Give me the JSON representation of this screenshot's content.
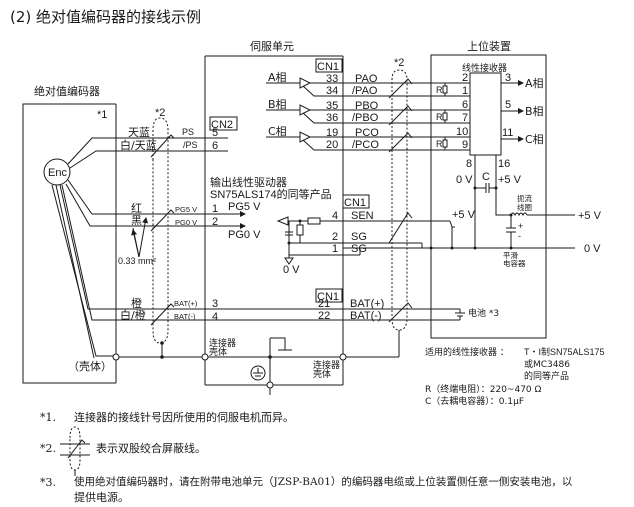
{
  "title": "(2)  绝对值编码器的接线示例",
  "blocks": {
    "encoder": "绝对值编码器",
    "servo": "伺服单元",
    "host": "上位装置",
    "receiver": "线性接收器"
  },
  "encoder": {
    "symbol": "Enc",
    "note_ref": "*1",
    "shell": "（壳体）",
    "wire_gauge": "0.33 mm²"
  },
  "shield_ref": "*2",
  "cn2": {
    "label": "CN2",
    "rows": [
      {
        "color": "天蓝",
        "signal": "PS",
        "pin": "5"
      },
      {
        "color": "白/天蓝",
        "signal": "/PS",
        "pin": "6"
      },
      {
        "color": "红",
        "signal": "PG5 V",
        "pin": "1"
      },
      {
        "color": "黑",
        "signal": "PG0 V",
        "pin": "2"
      },
      {
        "color": "橙",
        "signal": "BAT(+)",
        "pin": "3"
      },
      {
        "color": "白/橙",
        "signal": "BAT(-)",
        "pin": "4"
      }
    ]
  },
  "servo": {
    "driver_label_1": "输出线性驱动器",
    "driver_label_2": "SN75ALS174的同等产品",
    "pg5v": "PG5 V",
    "pg0v": "PG0 V",
    "zero_v": "0 V",
    "connector_shell_left": [
      "连接器",
      "壳体"
    ],
    "connector_shell_right": [
      "连接器",
      "壳体"
    ]
  },
  "cn1": {
    "label": "CN1",
    "phases": [
      {
        "phase": "A相",
        "pins": [
          "33",
          "34"
        ],
        "signals": [
          "PAO",
          "/PAO"
        ]
      },
      {
        "phase": "B相",
        "pins": [
          "35",
          "36"
        ],
        "signals": [
          "PBO",
          "/PBO"
        ]
      },
      {
        "phase": "C相",
        "pins": [
          "19",
          "20"
        ],
        "signals": [
          "PCO",
          "/PCO"
        ]
      }
    ],
    "sen_rows": [
      {
        "pin": "4",
        "signal": "SEN"
      },
      {
        "pin": "2",
        "signal": "SG"
      },
      {
        "pin": "1",
        "signal": "SG"
      }
    ],
    "bat_rows": [
      {
        "pin": "21",
        "signal": "BAT(+)"
      },
      {
        "pin": "22",
        "signal": "BAT(-)"
      }
    ]
  },
  "receiver": {
    "inputs": [
      {
        "pins": [
          "2",
          "1"
        ],
        "out_pin": "3",
        "out": "A相"
      },
      {
        "pins": [
          "6",
          "7"
        ],
        "out_pin": "5",
        "out": "B相"
      },
      {
        "pins": [
          "10",
          "9"
        ],
        "out_pin": "11",
        "out": "C相"
      }
    ],
    "resistor": "R",
    "pin_gnd": "8",
    "pin_vcc": "16",
    "gnd_label": "0 V",
    "vcc_label": "+5 V",
    "cap_label": "C"
  },
  "host": {
    "sen_supply": "+5 V",
    "choke": [
      "扼流",
      "线圈"
    ],
    "smoothing_cap": [
      "平滑",
      "电容器"
    ],
    "supply_p5v": "+5 V",
    "supply_0v": "0 V",
    "cap_plus": "+",
    "cap_minus": "-",
    "battery": "电池 *3"
  },
  "specs": {
    "receiver_label": "适用的线性接收器 ：",
    "receiver_value": [
      "T・I制SN75ALS175",
      "或MC3486",
      "的同等产品"
    ],
    "r_line": "R（终端电阻）：220~470 Ω",
    "c_line": "C（去耦电容器）：0.1μF"
  },
  "notes": [
    {
      "mark": "*1.",
      "text": "连接器的接线针号因所使用的伺服电机而异。"
    },
    {
      "mark": "*2.",
      "text": "表示双股绞合屏蔽线。"
    },
    {
      "mark": "*3.",
      "text": "使用绝对值编码器时，请在附带电池单元（JZSP-BA01）的编码器电缆或上位装置侧任意一侧安装电池，以"
    },
    {
      "mark": "",
      "text": "提供电源。"
    }
  ]
}
